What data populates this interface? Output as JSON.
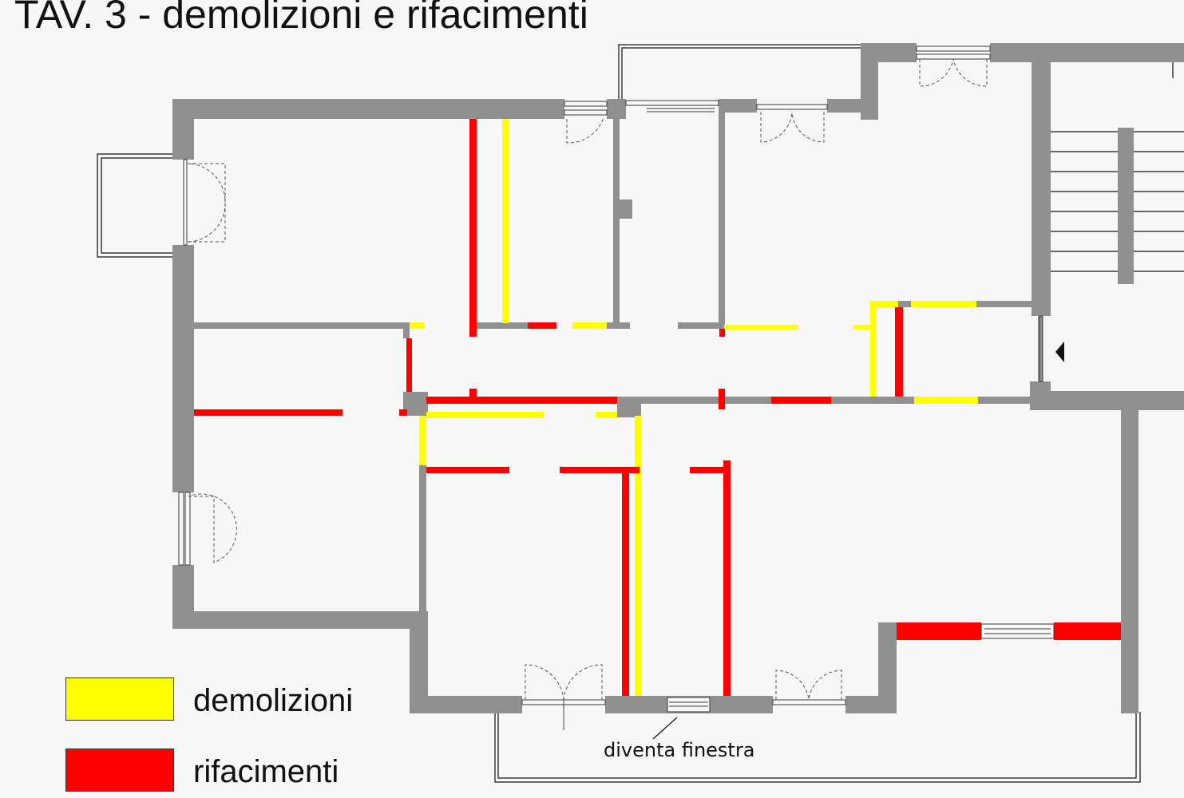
{
  "title": "TAV. 3 - demolizioni e rifacimenti",
  "legend": {
    "demolition": {
      "label": "demolizioni",
      "color": "#ffff00"
    },
    "rebuild": {
      "label": "rifacimenti",
      "color": "#ff0000"
    }
  },
  "annotation": {
    "text": "diventa finestra"
  },
  "colors": {
    "wall": "#909090",
    "outline": "#3a3a3a",
    "background": "#f7f7f7"
  }
}
